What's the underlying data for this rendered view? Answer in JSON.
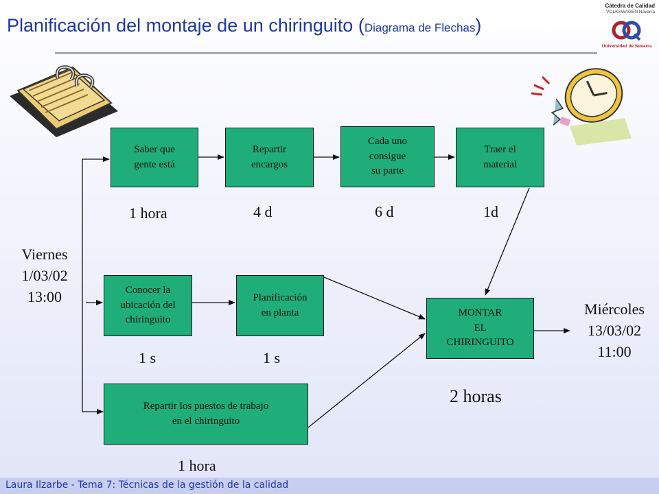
{
  "title": {
    "main": "Planificación del montaje de un chiringuito (",
    "sub": "Diagrama de Flechas",
    "close": ")"
  },
  "logo": {
    "line1": "Cátedra de Calidad",
    "line2": "VOLKSWAGEN Navarra",
    "line3": "Universidad de Navarra"
  },
  "start": "Viernes\n1/03/02\n13:00",
  "end": "Miércoles\n13/03/02\n11:00",
  "tasks": [
    {
      "label": "Saber que\ngente está",
      "duration": "1 hora"
    },
    {
      "label": "Repartir\nencargos",
      "duration": "4 d"
    },
    {
      "label": "Cada uno\nconsigue\nsu parte",
      "duration": "6 d"
    },
    {
      "label": "Traer el\nmaterial",
      "duration": "1d"
    },
    {
      "label": "Conocer la\nubicación del\nchiringuito",
      "duration": "1 s"
    },
    {
      "label": "Planificación\nen planta",
      "duration": "1 s"
    },
    {
      "label": "Repartir los puestos de trabajo\nen el chiringuito",
      "duration": "1 hora"
    },
    {
      "label": "MONTAR\nEL\nCHIRINGUITO",
      "duration": "2 horas"
    }
  ],
  "footer": "Laura Ilzarbe - Tema 7: Técnicas de la gestión de la calidad",
  "colors": {
    "box": "#1fad7a",
    "title": "#1f37a8",
    "footer_bg": "#c7cef0"
  }
}
